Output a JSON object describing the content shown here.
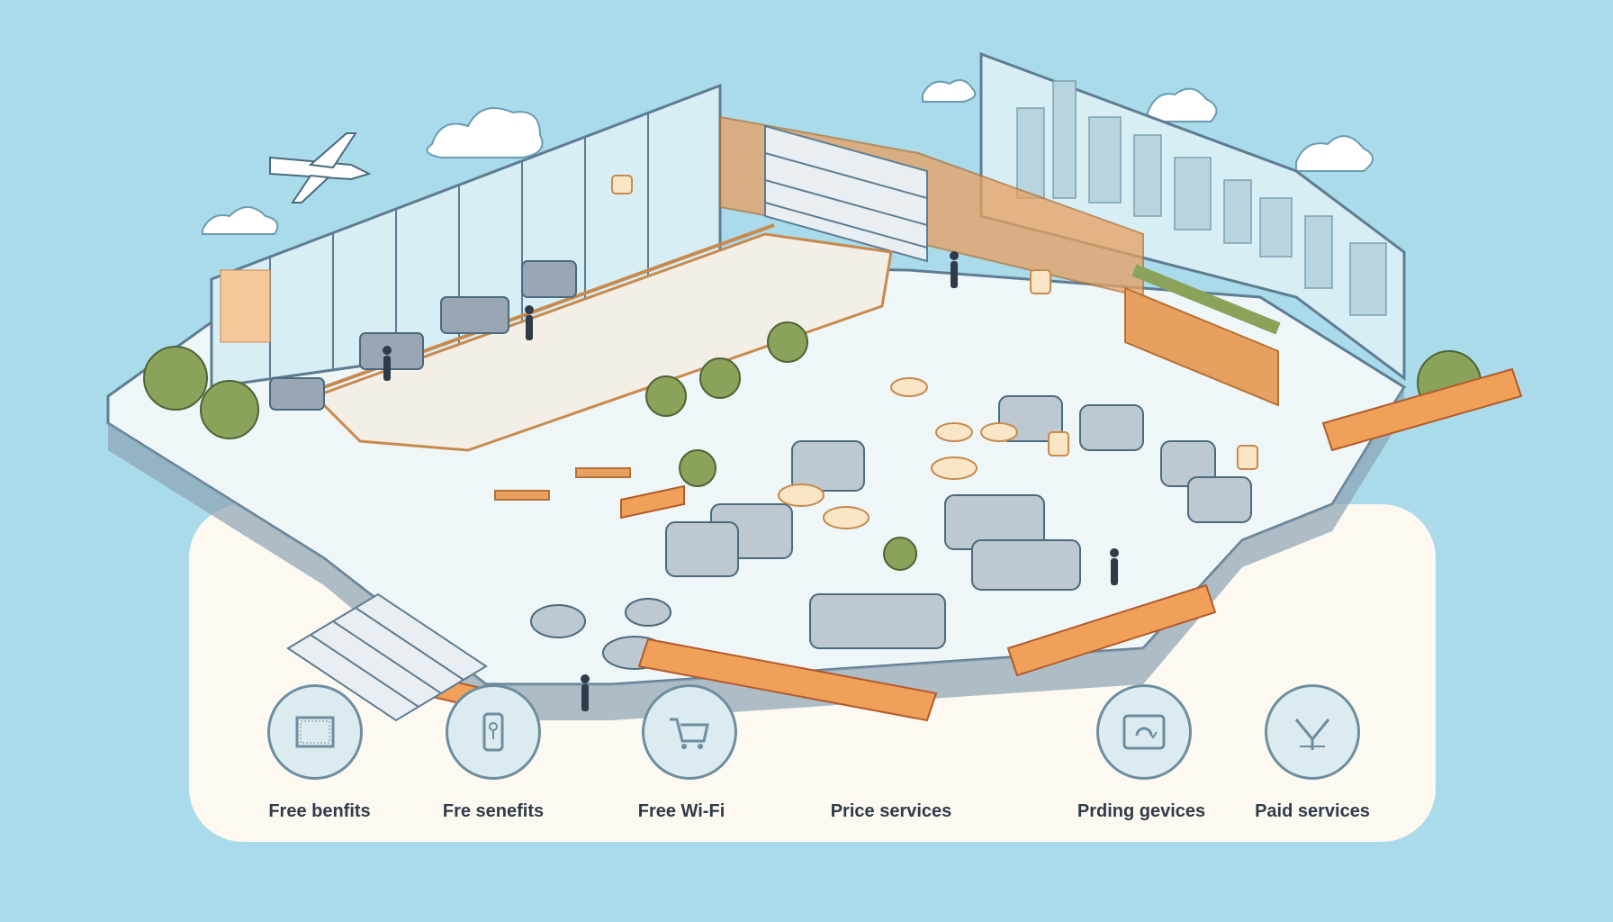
{
  "services": [
    {
      "label": "Free benfits",
      "icon": "grid-icon",
      "cx": 0
    },
    {
      "label": "Fre senefits",
      "icon": "phone-icon",
      "cx": 0
    },
    {
      "label": "Free Wi-Fi",
      "icon": "cart-icon",
      "cx": 0
    },
    {
      "label": "Price services",
      "icon": "none",
      "cx": 0
    },
    {
      "label": "Prding gevices",
      "icon": "refresh-icon",
      "cx": 0
    },
    {
      "label": "Paid services",
      "icon": "cross-icon",
      "cx": 0
    }
  ],
  "colors": {
    "sky": "#a9dbea",
    "card": "#fdf9f1",
    "floor": "#eef6f8",
    "wall": "#7d8f9f",
    "wood": "#e8a060",
    "accent": "#f0a050",
    "plant": "#8aa25a",
    "badge_stroke": "#6c8ea0"
  }
}
